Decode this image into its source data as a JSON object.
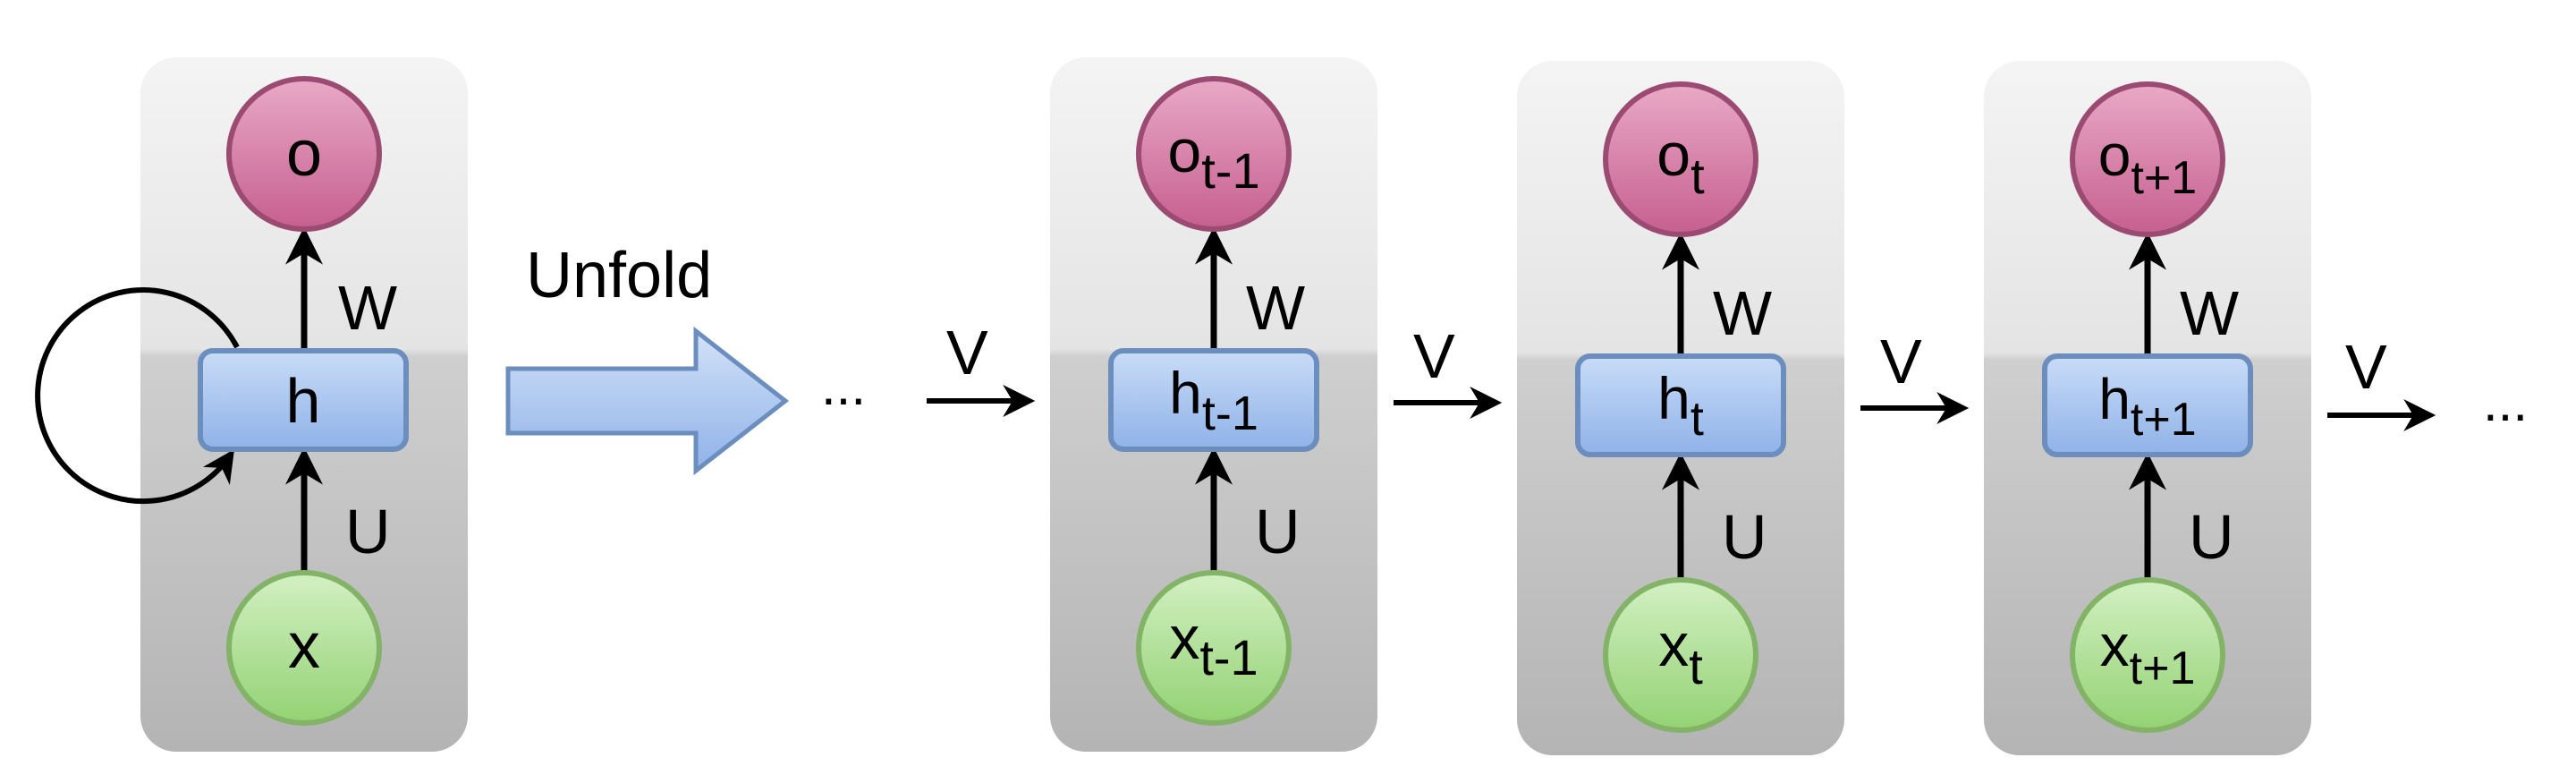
{
  "colors": {
    "panel_top": "#f2f2f2",
    "panel_bottom": "#b3b3b3",
    "output_node": "#cc6f9a",
    "output_stroke": "#9b4a72",
    "hidden_node": "#8fb2e8",
    "hidden_stroke": "#6c8ebf",
    "input_node": "#a3dc88",
    "input_stroke": "#82b366",
    "unfold_arrow": "#a9c4ee",
    "line": "#000000"
  },
  "folded": {
    "output": {
      "base": "o",
      "sub": ""
    },
    "hidden": {
      "base": "h",
      "sub": ""
    },
    "input": {
      "base": "x",
      "sub": ""
    },
    "w_label": "W",
    "u_label": "U"
  },
  "unfold_label": "Unfold",
  "ellipsis_left": "...",
  "ellipsis_right": "...",
  "v_label": "V",
  "steps": [
    {
      "output": {
        "base": "o",
        "sub": "t-1"
      },
      "hidden": {
        "base": "h",
        "sub": "t-1"
      },
      "input": {
        "base": "x",
        "sub": "t-1"
      },
      "w_label": "W",
      "u_label": "U"
    },
    {
      "output": {
        "base": "o",
        "sub": "t"
      },
      "hidden": {
        "base": "h",
        "sub": "t"
      },
      "input": {
        "base": "x",
        "sub": "t"
      },
      "w_label": "W",
      "u_label": "U"
    },
    {
      "output": {
        "base": "o",
        "sub": "t+1"
      },
      "hidden": {
        "base": "h",
        "sub": "t+1"
      },
      "input": {
        "base": "x",
        "sub": "t+1"
      },
      "w_label": "W",
      "u_label": "U"
    }
  ],
  "icons": {
    "recurrent_loop": "circular-arrow-icon",
    "unfold_arrow": "block-arrow-right-icon",
    "connector_arrow": "arrow-right-icon"
  }
}
